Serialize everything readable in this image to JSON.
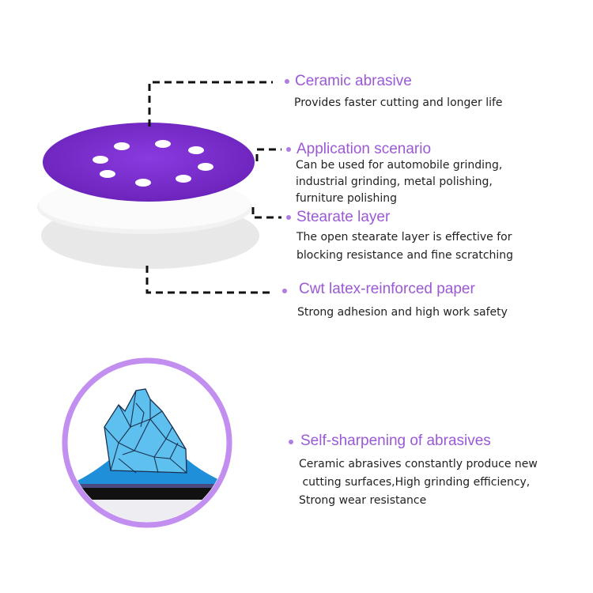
{
  "features": [
    {
      "title": "Ceramic abrasive",
      "desc": "Provides faster cutting and longer life"
    },
    {
      "title": "Application scenario",
      "desc": "Can be used for automobile grinding,\nindustrial grinding, metal polishing,\nfurniture polishing"
    },
    {
      "title": "Stearate layer",
      "desc": "The open stearate layer is effective for\nblocking resistance and fine scratching"
    },
    {
      "title": "Cwt latex-reinforced paper",
      "desc": "Strong adhesion and high work safety"
    },
    {
      "title": "Self-sharpening of abrasives",
      "desc": "Ceramic abrasives constantly produce new\n cutting surfaces,High grinding efficiency,\nStrong wear resistance"
    }
  ],
  "colors": {
    "accent": "#9b59d6",
    "disc_purple": "#7a2fc9",
    "ice_blue": "#4fb6ec",
    "ring": "#c28ff0"
  },
  "icons": [
    "sanding-disc-layers-illustration",
    "iceberg-abrasive-grain-illustration"
  ]
}
